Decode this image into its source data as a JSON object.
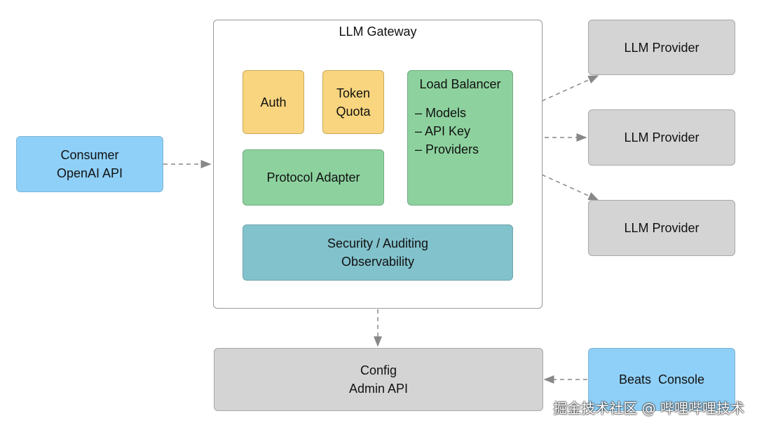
{
  "gateway": {
    "title": "LLM Gateway",
    "auth": "Auth",
    "token_quota": [
      "Token",
      "Quota"
    ],
    "protocol_adapter": "Protocol Adapter",
    "load_balancer": {
      "title": "Load Balancer",
      "items": [
        "– Models",
        "– API Key",
        "– Providers"
      ]
    },
    "security": [
      "Security / Auditing",
      "Observability"
    ]
  },
  "consumer": [
    "Consumer",
    "OpenAI API"
  ],
  "providers": [
    "LLM Provider",
    "LLM Provider",
    "LLM Provider"
  ],
  "config": [
    "Config",
    "Admin API"
  ],
  "console": "Beats  Console",
  "watermark": "掘金技术社区 @ 哔哩哔哩技术",
  "colors": {
    "client": "#8fd0f8",
    "provider": "#d4d4d4",
    "auth": "#f8d57e",
    "adapter": "#8dd29e",
    "security": "#82c2cc",
    "arrow": "#888888"
  }
}
